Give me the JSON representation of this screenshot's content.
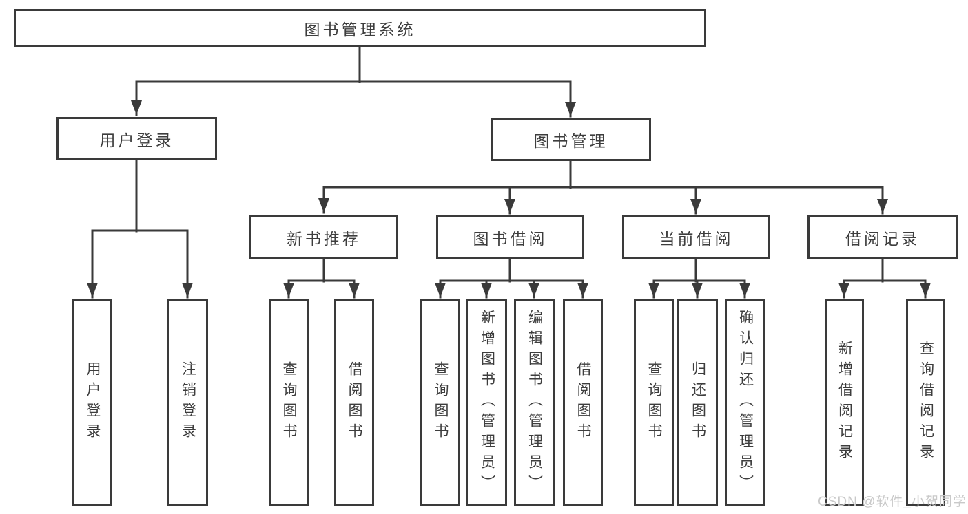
{
  "diagram": {
    "root": {
      "label": "图书管理系统"
    },
    "level2": [
      {
        "label": "用户登录"
      },
      {
        "label": "图书管理"
      }
    ],
    "level3": [
      {
        "label": "新书推荐"
      },
      {
        "label": "图书借阅"
      },
      {
        "label": "当前借阅"
      },
      {
        "label": "借阅记录"
      }
    ],
    "leaves": [
      {
        "label": "用户登录"
      },
      {
        "label": "注销登录"
      },
      {
        "label": "查询图书"
      },
      {
        "label": "借阅图书"
      },
      {
        "label": "查询图书"
      },
      {
        "label": "新增图书（管理员）"
      },
      {
        "label": "编辑图书（管理员）"
      },
      {
        "label": "借阅图书"
      },
      {
        "label": "查询图书"
      },
      {
        "label": "归还图书"
      },
      {
        "label": "确认归还（管理员）"
      },
      {
        "label": "新增借阅记录"
      },
      {
        "label": "查询借阅记录"
      }
    ]
  },
  "watermark": {
    "text": "CSDN @软件_小贺同学"
  },
  "colors": {
    "line": "#3a3a3a",
    "text": "#3d3d3d",
    "watermark": "#c9c9c9",
    "background": "#ffffff"
  }
}
